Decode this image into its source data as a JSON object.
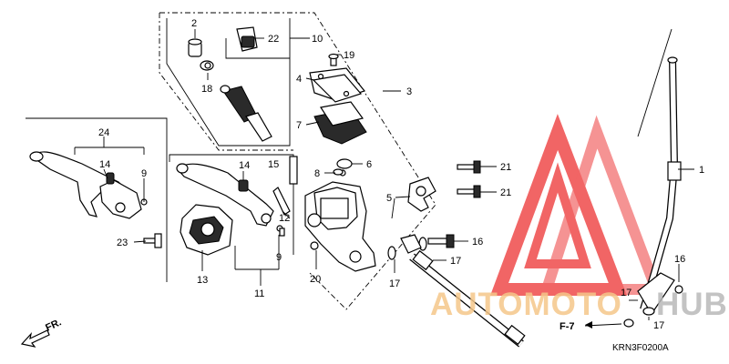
{
  "diagram": {
    "callouts": [
      "1",
      "2",
      "3",
      "4",
      "5",
      "6",
      "7",
      "8",
      "9",
      "10",
      "11",
      "12",
      "13",
      "14",
      "15",
      "16",
      "17",
      "18",
      "19",
      "20",
      "21",
      "22",
      "23",
      "24"
    ],
    "labels": {
      "c24": "24",
      "c14a": "14",
      "c9a": "9",
      "c23": "23",
      "c14b": "14",
      "c9b": "9",
      "c11": "11",
      "c13": "13",
      "c2": "2",
      "c22": "22",
      "c10": "10",
      "c18": "18",
      "c19": "19",
      "c4": "4",
      "c3": "3",
      "c7": "7",
      "c8": "8",
      "c6": "6",
      "c15": "15",
      "c12": "12",
      "c20": "20",
      "c5": "5",
      "c21a": "21",
      "c21b": "21",
      "c16a": "16",
      "c17a": "17",
      "c17b": "17",
      "c1": "1",
      "c16b": "16",
      "c17c": "17",
      "c17d": "17"
    },
    "front_label": "FR.",
    "ref_label": "F-7",
    "diagram_code": "KRN3F0200A"
  },
  "watermark": {
    "text_a": "AUTOMOTO",
    "text_b": "HUB",
    "color_a": "#f5c78a",
    "color_b": "#b9b9b9",
    "triangle_color": "#ef4b4b"
  }
}
